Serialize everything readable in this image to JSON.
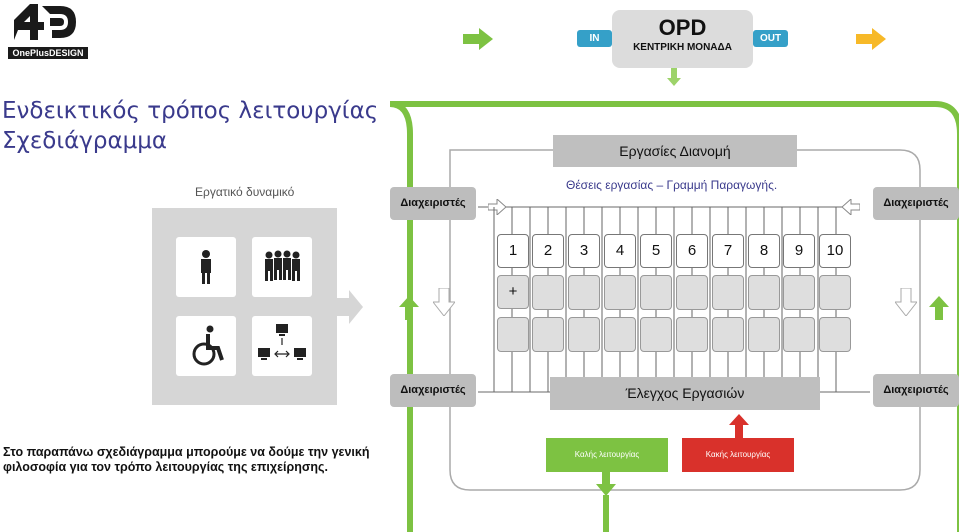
{
  "logo": {
    "tagline": "OnePlusDESIGN"
  },
  "title": {
    "line1": "Ενδεικτικός τρόπος λειτουργίας",
    "line2": "Σχεδιάγραμμα"
  },
  "workforce": {
    "label": "Εργατικό δυναμικό"
  },
  "opd": {
    "in_label": "IN",
    "out_label": "OUT",
    "title": "OPD",
    "subtitle": "ΚΕΝΤΡΙΚΗ ΜΟΝΑΔΑ"
  },
  "tasks_distribution": "Εργασίες Διανομή",
  "workstations_caption": "Θέσεις εργασίας – Γραμμή Παραγωγής.",
  "managers_label": "Διαχειριστές",
  "stations": [
    "1",
    "2",
    "3",
    "4",
    "5",
    "6",
    "7",
    "8",
    "9",
    "10"
  ],
  "plus_label": "+",
  "task_control": "Έλεγχος Εργασιών",
  "good_operation": "Καλής λειτουργίας",
  "bad_operation": "Κακής λειτουργίας",
  "description": "Στο παραπάνω σχεδιάγραμμα μπορούμε να δούμε την γενική φιλοσοφία για τον τρόπο λειτουργίας της επιχείρησης.",
  "colors": {
    "green": "#7dc242",
    "red": "#d9312b",
    "blue": "#35a0c8",
    "yellow": "#f7b928",
    "title_blue": "#3a3a8c"
  },
  "icons": [
    "person-icon",
    "group-icon",
    "wheelchair-icon",
    "network-computers-icon"
  ]
}
